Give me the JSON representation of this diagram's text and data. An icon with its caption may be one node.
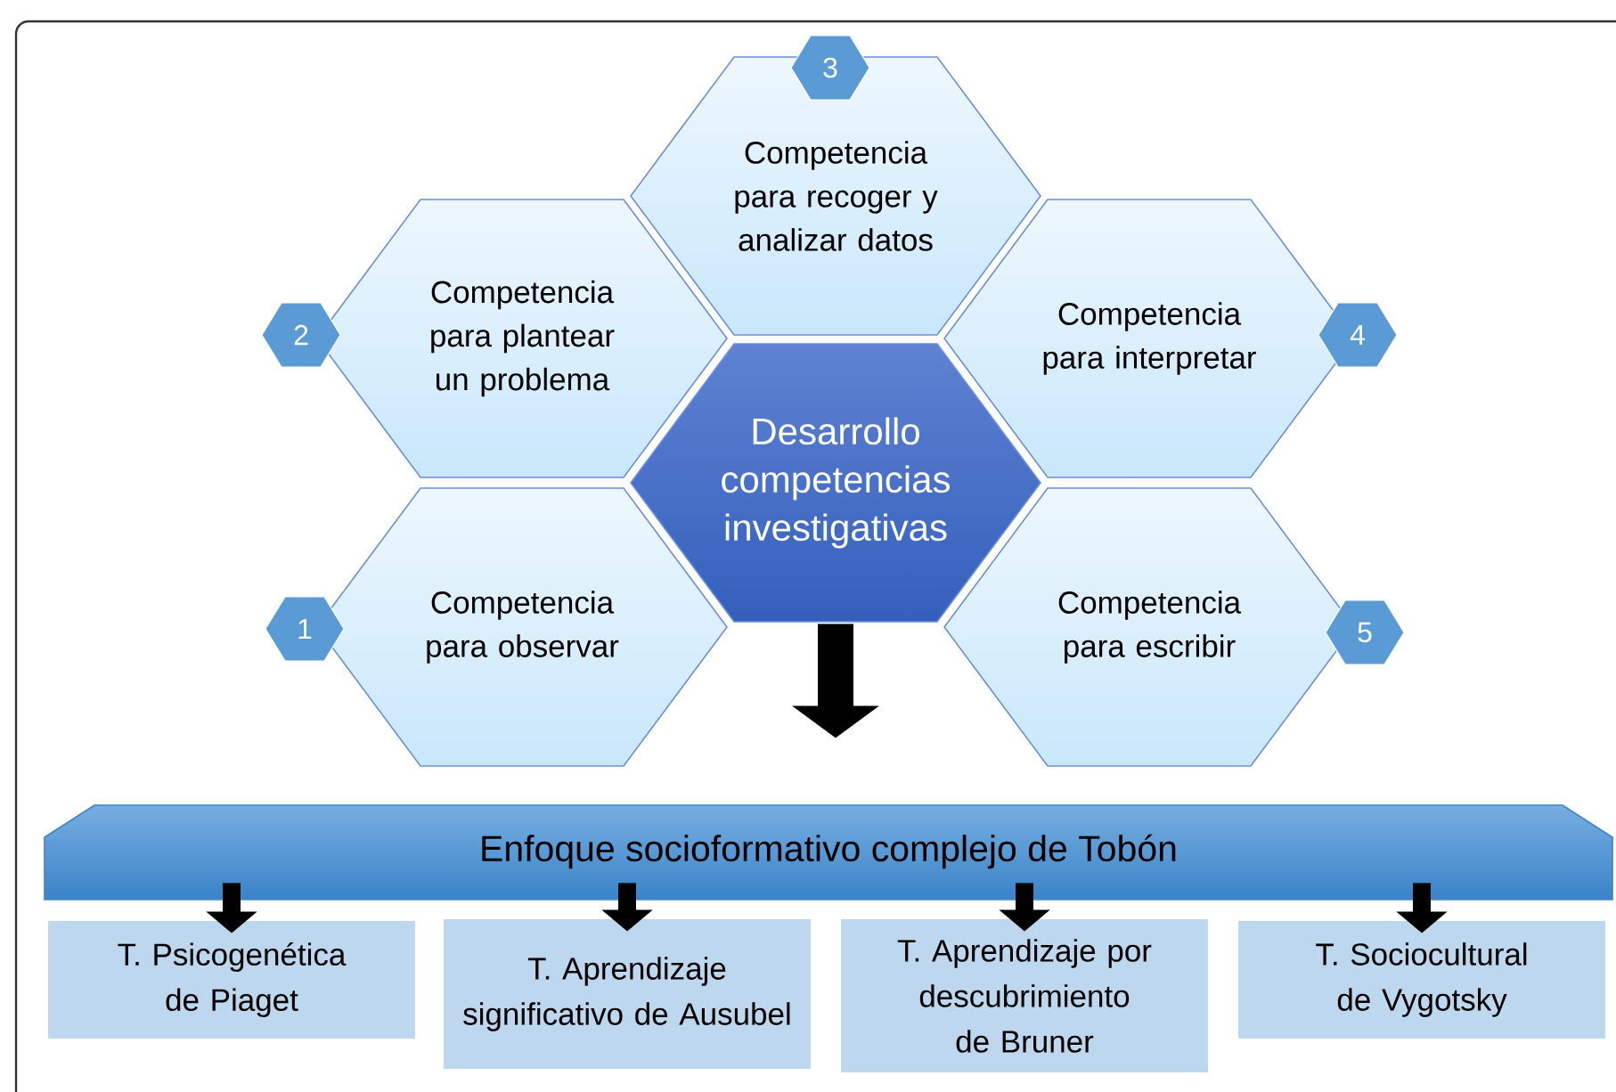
{
  "diagram": {
    "nodes": [
      {
        "text": [
          "Competencia para recoger y analizar datos"
        ]
      },
      {
        "text": [
          "3"
        ]
      },
      {
        "text": [
          "Competencia para plantear un problema"
        ]
      },
      {
        "text": [
          "2"
        ]
      },
      {
        "text": [
          "Competencia para interpretar"
        ]
      },
      {
        "text": [
          "4"
        ]
      },
      {
        "text": [
          "Desarrollo competencias investigativas"
        ]
      },
      {
        "text": [
          "Competencia para observar"
        ]
      },
      {
        "text": [
          "1"
        ]
      },
      {
        "text": [
          "Competencia para escribir"
        ]
      },
      {
        "text": [
          "5"
        ]
      },
      {
        "text": [
          "Enfoque socioformativo complejo de Tobón"
        ]
      },
      {
        "text": [
          "T. Psicogenética de Piaget"
        ]
      },
      {
        "text": [
          "T. Aprendizaje significativo de Ausubel"
        ]
      },
      {
        "text": [
          "T. Aprendizaje por descubrimiento de Bruner"
        ]
      },
      {
        "text": [
          "T. Sociocultural de Vygotsky"
        ]
      }
    ],
    "edges": [
      {
        "from": 6,
        "to": 11,
        "arrow": "to",
        "style": "thick"
      },
      {
        "from": 11,
        "to": 12,
        "arrow": "to"
      },
      {
        "from": 11,
        "to": 13,
        "arrow": "to"
      },
      {
        "from": 11,
        "to": 14,
        "arrow": "to"
      },
      {
        "from": 11,
        "to": 15,
        "arrow": "to"
      }
    ]
  }
}
